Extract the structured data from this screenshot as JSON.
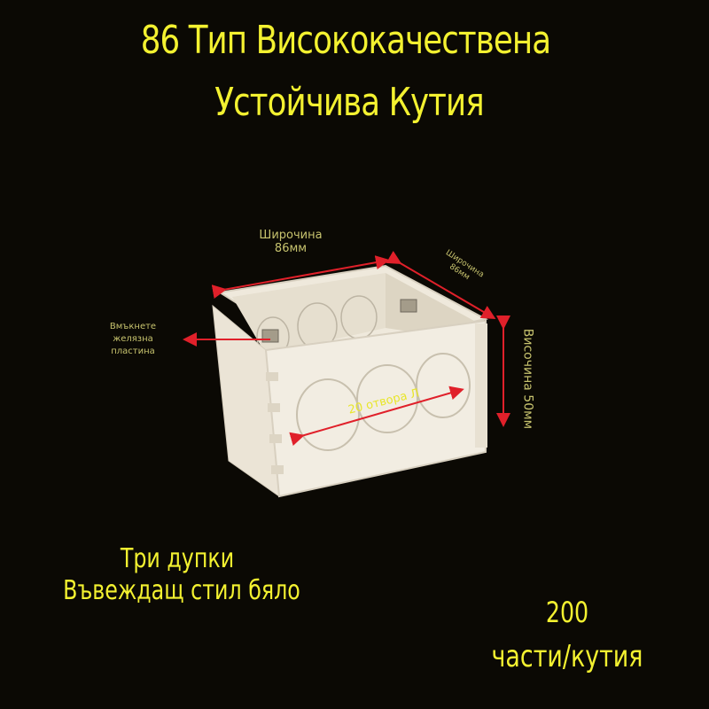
{
  "title": {
    "line1": "86 Тип Висококачествена",
    "line2": "Устойчива Кутия"
  },
  "annotations": {
    "width_front": {
      "label": "Широчина",
      "value": "86мм"
    },
    "width_side": {
      "label": "Широчина",
      "value": "86мм"
    },
    "height": "Височина 50мм",
    "insert_plate": [
      "Вмъкнете",
      "желязна",
      "пластина"
    ],
    "holes": "20 отвора Л"
  },
  "features": {
    "line1": "Три дупки",
    "line2": "Въвеждащ стил бяло"
  },
  "quantity": {
    "count": "200",
    "unit": "части/кутия"
  },
  "colors": {
    "background": "#0b0904",
    "text_yellow": "#f3f130",
    "annotation_text": "#c7c36e",
    "arrow_red": "#e0202a",
    "box_white": "#f2ede2"
  }
}
